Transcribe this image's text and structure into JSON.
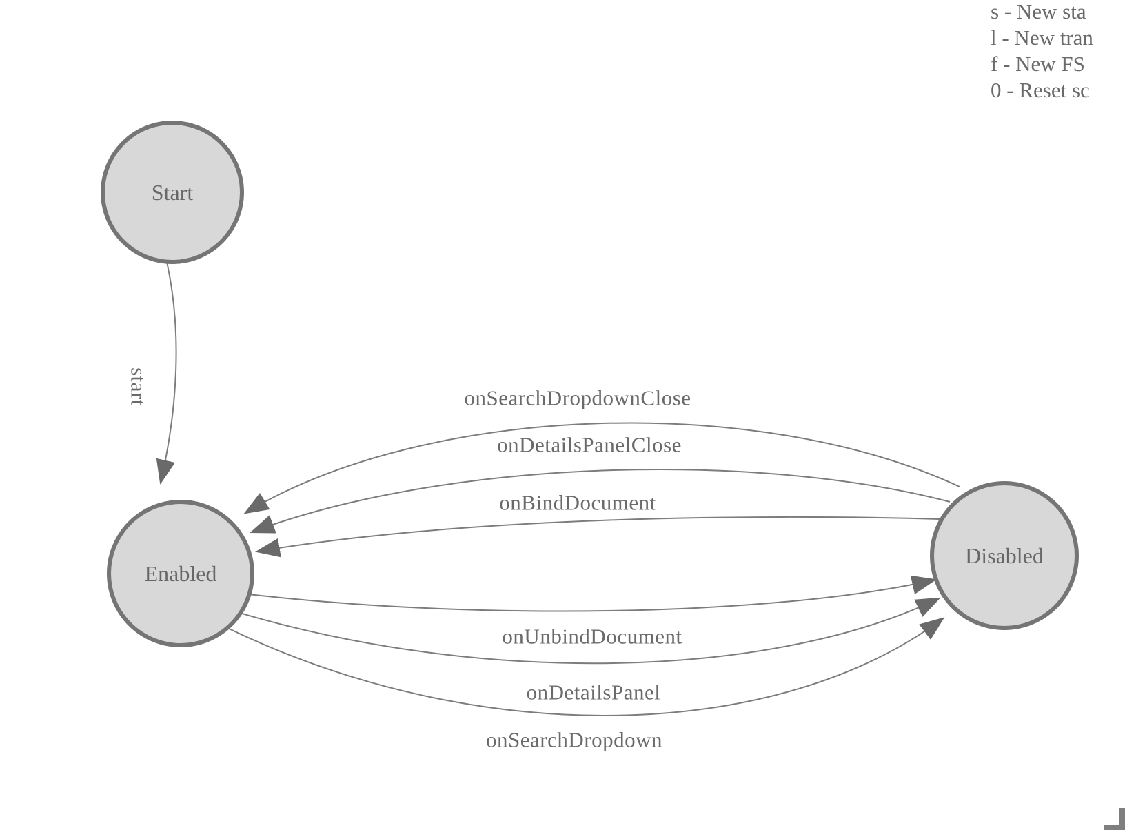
{
  "legend": {
    "items": [
      "s - New sta",
      "l - New tran",
      "f - New FS",
      "0 - Reset sc"
    ]
  },
  "fsm": {
    "states": [
      {
        "id": "start",
        "label": "Start"
      },
      {
        "id": "enabled",
        "label": "Enabled"
      },
      {
        "id": "disabled",
        "label": "Disabled"
      }
    ],
    "transitions": [
      {
        "label": "start",
        "from": "Start",
        "to": "Enabled"
      },
      {
        "label": "onSearchDropdownClose",
        "from": "Disabled",
        "to": "Enabled"
      },
      {
        "label": "onDetailsPanelClose",
        "from": "Disabled",
        "to": "Enabled"
      },
      {
        "label": "onBindDocument",
        "from": "Disabled",
        "to": "Enabled"
      },
      {
        "label": "onUnbindDocument",
        "from": "Enabled",
        "to": "Disabled"
      },
      {
        "label": "onDetailsPanel",
        "from": "Enabled",
        "to": "Disabled"
      },
      {
        "label": "onSearchDropdown",
        "from": "Enabled",
        "to": "Disabled"
      }
    ]
  },
  "colors": {
    "node_fill": "#d8d8d8",
    "node_stroke": "#757575",
    "edge_stroke": "#7c7c7c",
    "arrowhead": "#6a6a6a",
    "text": "#6a6a6a"
  }
}
